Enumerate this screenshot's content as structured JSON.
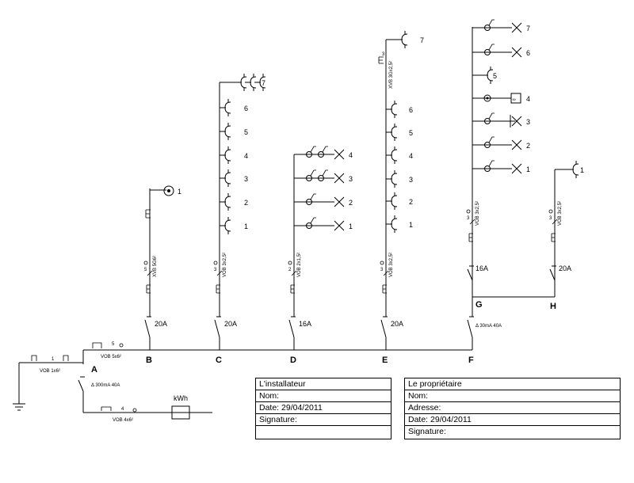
{
  "buses": {
    "A": "A",
    "B": "B",
    "C": "C",
    "D": "D",
    "E": "E",
    "F": "F",
    "G": "G",
    "H": "H"
  },
  "ratings": {
    "B": "20A",
    "C": "20A",
    "D": "16A",
    "E": "20A",
    "G": "16A",
    "H": "20A",
    "F": "Δ 30mA 40A",
    "A": "Δ 300mA 40A"
  },
  "cables": {
    "main_in": "VOB 1x6²",
    "main_in_n": "1",
    "to_bus": "VOB 5x6²",
    "to_bus_n": "5",
    "meter": "VOB 4x6²",
    "meter_n": "4",
    "B": "XVB 5G6²",
    "B_n": "5",
    "C": "VOB 3x2,5²",
    "C_n": "3",
    "D": "VOB 2x1,5²",
    "D_n": "2",
    "E": "VOB 3x2,5²",
    "E_n": "3",
    "E_up": "XVB 3Gx2,5²",
    "E_up_n": "3",
    "G": "VOB 3x2,5²",
    "G_n": "3",
    "H": "VOB 3x2,5²",
    "H_n": "3"
  },
  "kwh": "kWh",
  "circuit_numbers": {
    "B": [
      "1"
    ],
    "C": [
      "1",
      "2",
      "3",
      "4",
      "5",
      "6",
      "7"
    ],
    "D": [
      "1",
      "2",
      "3",
      "4"
    ],
    "E": [
      "1",
      "2",
      "3",
      "4",
      "5",
      "6",
      "7"
    ],
    "G": [
      "1",
      "2",
      "3",
      "4",
      "5",
      "6",
      "7"
    ],
    "H": [
      "1"
    ]
  },
  "installer": {
    "title": "L'installateur",
    "name": "Nom:",
    "date": "Date:  29/04/2011",
    "signature": "Signature:"
  },
  "owner": {
    "title": "Le propriétaire",
    "name": "Nom:",
    "address": "Adresse:",
    "date": "Date:  29/04/2011",
    "signature": "Signature:"
  }
}
